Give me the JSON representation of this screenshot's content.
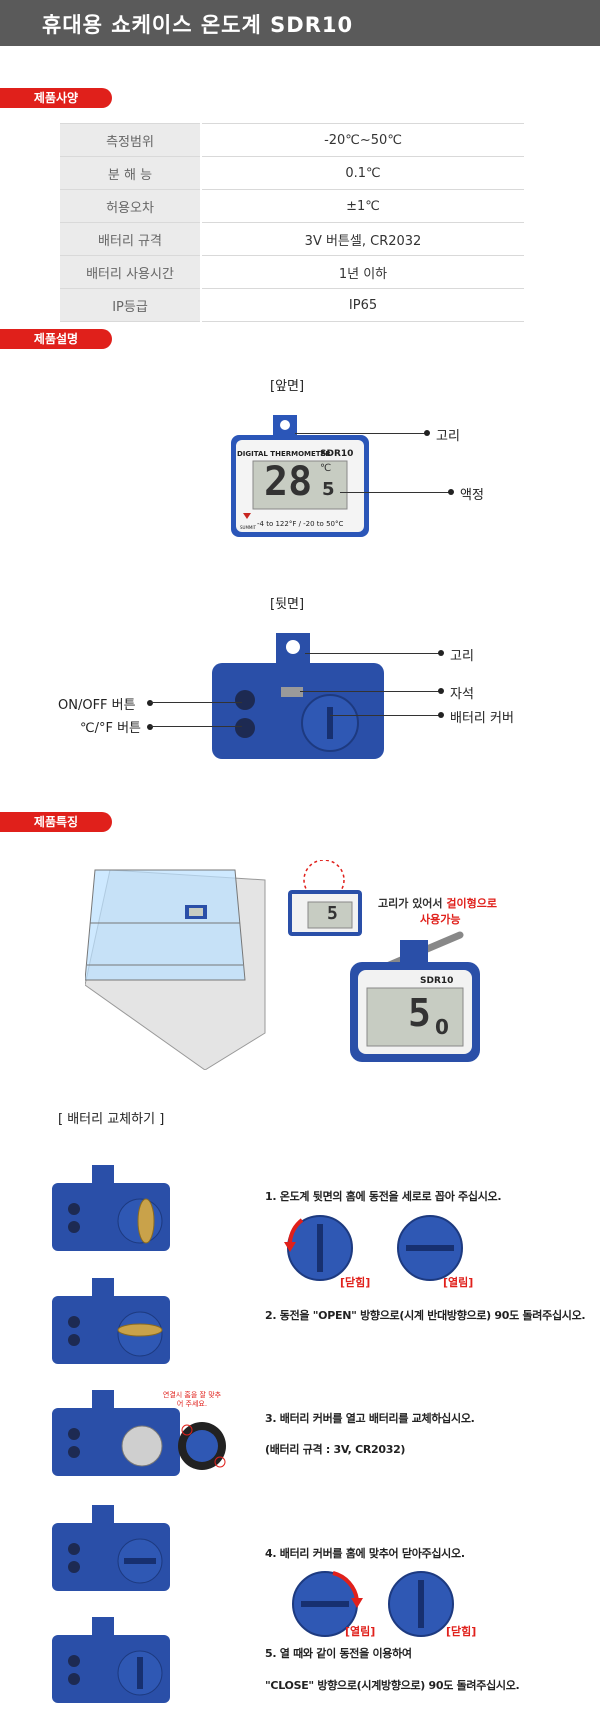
{
  "header": {
    "title": "휴대용 쇼케이스 온도계 SDR10"
  },
  "sections": {
    "spec": "제품사양",
    "desc": "제품설명",
    "feature": "제품특징"
  },
  "spec_rows": [
    {
      "k": "측정범위",
      "v": "-20℃~50℃"
    },
    {
      "k": "분 해 능",
      "v": "0.1℃"
    },
    {
      "k": "허용오차",
      "v": "±1℃"
    },
    {
      "k": "배터리 규격",
      "v": "3V 버튼셀, CR2032"
    },
    {
      "k": "배터리 사용시간",
      "v": "1년 이하"
    },
    {
      "k": "IP등급",
      "v": "IP65"
    }
  ],
  "front": {
    "caption": "[앞면]",
    "brand": "DIGITAL THERMOMETER",
    "model": "SDR10",
    "reading_big": "28",
    "reading_small": "5",
    "unit": "℃",
    "range": "-4 to 122°F / -20 to 50°C",
    "maker": "SUMMIT",
    "hook_label": "고리",
    "lcd_label": "액정"
  },
  "back": {
    "caption": "[뒷면]",
    "hook_label": "고리",
    "magnet_label": "자석",
    "cover_label": "배터리 커버",
    "onoff_label": "ON/OFF 버튼",
    "cf_label": "℃/°F 버튼"
  },
  "feature": {
    "text1": "고리가 있어서",
    "text_red": "걸이형으로",
    "text2": "사용가능",
    "model": "SDR10",
    "reading": "5",
    "reading_dec": "0"
  },
  "battery": {
    "title": "[ 배터리 교체하기 ]",
    "step1": "1. 온도계 뒷면의 홈에 동전을 세로로 꼽아 주십시오.",
    "step1_closed": "[닫힘]",
    "step1_open": "[열림]",
    "step2": "2. 동전을 \"OPEN\" 방향으로(시계 반대방향으로) 90도 돌려주십시오.",
    "note": "연결시 홈을 잘 맞추어 주세요.",
    "step3": "3. 배터리 커버를 열고 배터리를 교체하십시오.",
    "step3_spec": "(배터리 규격 : 3V, CR2032)",
    "step4": "4. 배터리 커버를 홈에 맞추어 닫아주십시오.",
    "step4_open": "[열림]",
    "step4_closed": "[닫힘]",
    "step5a": "5. 열 때와 같이 동전을 이용하여",
    "step5b": "\"CLOSE\" 방향으로(시계방향으로) 90도 돌려주십시오."
  }
}
